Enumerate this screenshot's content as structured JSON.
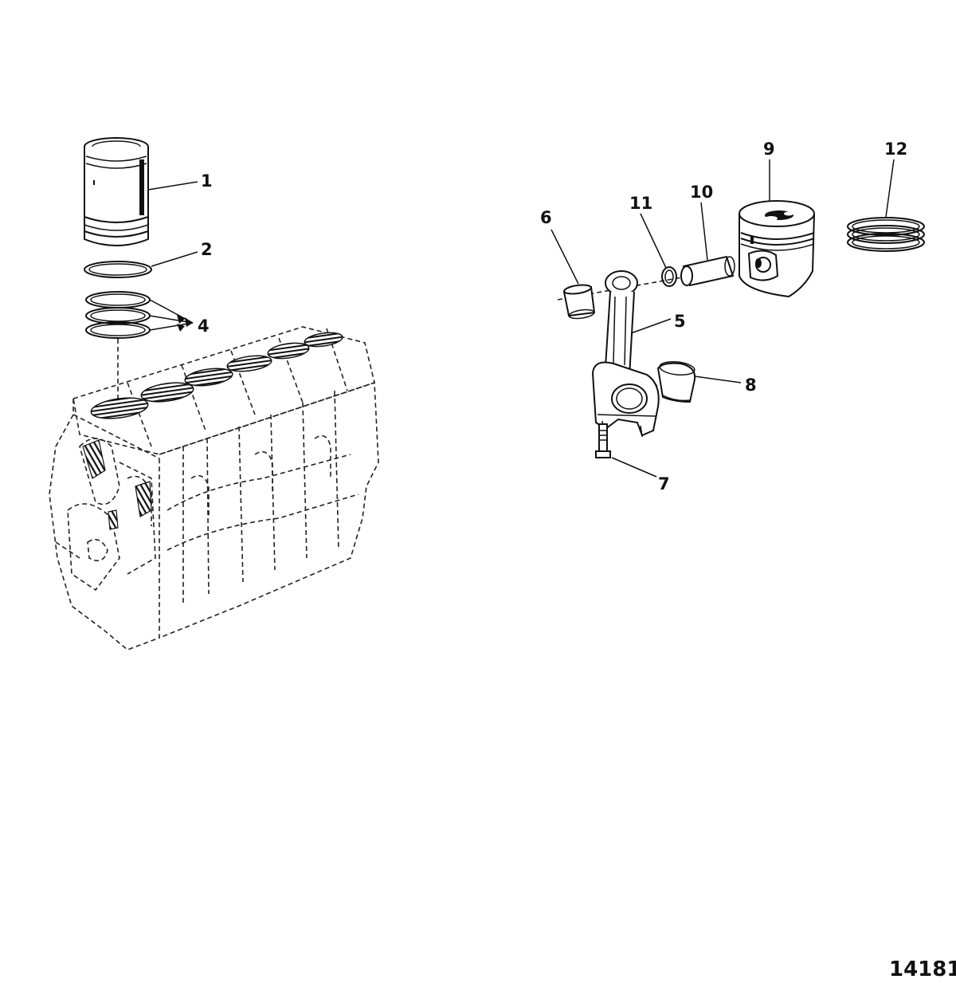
{
  "figure_number": "14181",
  "callouts": [
    {
      "id": "c1",
      "label": "1"
    },
    {
      "id": "c2",
      "label": "2"
    },
    {
      "id": "c4",
      "label": "4"
    },
    {
      "id": "c5",
      "label": "5"
    },
    {
      "id": "c6",
      "label": "6"
    },
    {
      "id": "c7",
      "label": "7"
    },
    {
      "id": "c8",
      "label": "8"
    },
    {
      "id": "c9",
      "label": "9"
    },
    {
      "id": "c10",
      "label": "10"
    },
    {
      "id": "c11",
      "label": "11"
    },
    {
      "id": "c12",
      "label": "12"
    }
  ]
}
